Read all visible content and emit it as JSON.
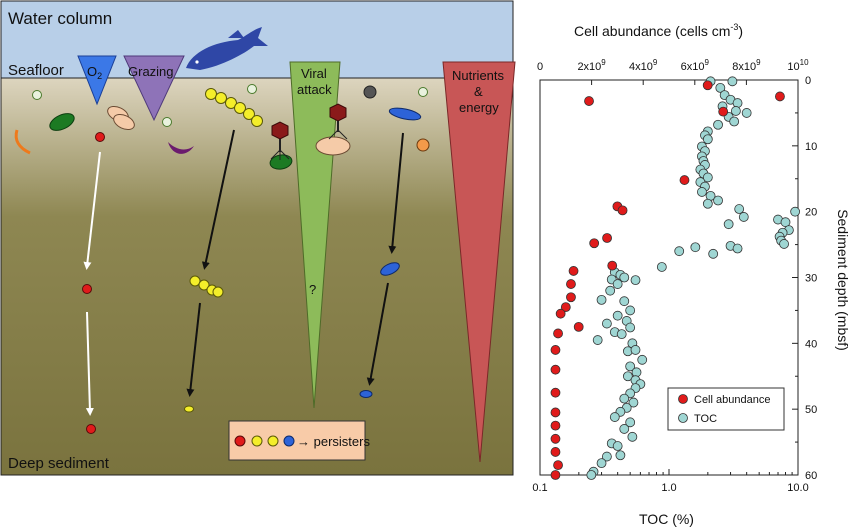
{
  "figure": {
    "left_panel": {
      "water_column_label": "Water column",
      "seafloor_label": "Seafloor",
      "deep_sediment_label": "Deep sediment",
      "o2_label": "O",
      "o2_subscript": "2",
      "grazing_label": "Grazing",
      "viral_label_line1": "Viral",
      "viral_label_line2": "attack",
      "viral_question": "?",
      "nutrients_line1": "Nutrients",
      "nutrients_line2": "&",
      "nutrients_line3": "energy",
      "persisters_label": "→ persisters",
      "colors": {
        "water": "#b8cfe8",
        "sediment_top": "#ddd5bf",
        "sediment_bottom": "#7d7640",
        "o2_triangle": "#3b78e7",
        "grazing_triangle": "#8e73b8",
        "viral_triangle": "#8dbb5a",
        "nutrients_triangle": "#c85656",
        "fish": "#2f47a6",
        "red_cell": "#e01b1b",
        "yellow_cell": "#f4ee2a",
        "blue_cell": "#2d63d8",
        "legend_box": "#f8cba8"
      }
    },
    "right_panel": {
      "top_axis_label": "Cell abundance (cells cm",
      "top_axis_label_sup": "-3",
      "top_axis_label_end": ")",
      "bottom_axis_label": "TOC (%)",
      "right_axis_label": "Sediment depth (mbsf)",
      "top_ticks": [
        "0",
        "2x10",
        "4x10",
        "6x10",
        "8x10",
        "10"
      ],
      "top_tick_sups": [
        "",
        "9",
        "9",
        "9",
        "9",
        "10"
      ],
      "bottom_ticks": [
        "0.1",
        "1.0",
        "10.0"
      ],
      "depth_ticks": [
        "0",
        "10",
        "20",
        "30",
        "40",
        "50",
        "60"
      ]
    }
  },
  "chart_data": {
    "type": "scatter",
    "y_axis": {
      "label": "Sediment depth (mbsf)",
      "range": [
        0,
        60
      ],
      "inverted": true,
      "side": "right"
    },
    "x_axis_top": {
      "label": "Cell abundance (cells cm-3)",
      "range": [
        0,
        10000000000
      ],
      "scale": "linear"
    },
    "x_axis_bottom": {
      "label": "TOC (%)",
      "range": [
        0.1,
        10
      ],
      "scale": "log"
    },
    "legend": {
      "placement": "bottom-right",
      "entries": [
        "Cell abundance",
        "TOC"
      ]
    },
    "series": [
      {
        "name": "Cell abundance",
        "axis": "top",
        "color": "#e01b1b",
        "points": [
          {
            "abundance": 6500000000,
            "depth": 0.8
          },
          {
            "abundance": 9300000000,
            "depth": 2.5
          },
          {
            "abundance": 1900000000,
            "depth": 3.2
          },
          {
            "abundance": 7100000000,
            "depth": 4.8
          },
          {
            "abundance": 5600000000,
            "depth": 15.2
          },
          {
            "abundance": 3000000000,
            "depth": 19.2
          },
          {
            "abundance": 3200000000,
            "depth": 19.8
          },
          {
            "abundance": 2600000000,
            "depth": 24.0
          },
          {
            "abundance": 2100000000,
            "depth": 24.8
          },
          {
            "abundance": 2800000000,
            "depth": 28.2
          },
          {
            "abundance": 1300000000,
            "depth": 29.0
          },
          {
            "abundance": 1200000000,
            "depth": 31.0
          },
          {
            "abundance": 1200000000,
            "depth": 33.0
          },
          {
            "abundance": 1000000000,
            "depth": 34.5
          },
          {
            "abundance": 800000000,
            "depth": 35.5
          },
          {
            "abundance": 1500000000,
            "depth": 37.5
          },
          {
            "abundance": 700000000,
            "depth": 38.5
          },
          {
            "abundance": 600000000,
            "depth": 41.0
          },
          {
            "abundance": 600000000,
            "depth": 44.0
          },
          {
            "abundance": 600000000,
            "depth": 47.5
          },
          {
            "abundance": 600000000,
            "depth": 50.5
          },
          {
            "abundance": 600000000,
            "depth": 52.5
          },
          {
            "abundance": 600000000,
            "depth": 54.5
          },
          {
            "abundance": 600000000,
            "depth": 56.5
          },
          {
            "abundance": 700000000,
            "depth": 58.5
          },
          {
            "abundance": 600000000,
            "depth": 60.0
          }
        ]
      },
      {
        "name": "TOC",
        "axis": "bottom",
        "color": "#9fd6d3",
        "points": [
          {
            "toc": 2.1,
            "depth": 0.2
          },
          {
            "toc": 3.1,
            "depth": 0.2
          },
          {
            "toc": 2.5,
            "depth": 1.2
          },
          {
            "toc": 2.7,
            "depth": 2.3
          },
          {
            "toc": 3.0,
            "depth": 3.0
          },
          {
            "toc": 3.4,
            "depth": 3.5
          },
          {
            "toc": 2.6,
            "depth": 4.0
          },
          {
            "toc": 3.3,
            "depth": 4.7
          },
          {
            "toc": 4.0,
            "depth": 5.0
          },
          {
            "toc": 2.9,
            "depth": 5.6
          },
          {
            "toc": 3.2,
            "depth": 6.3
          },
          {
            "toc": 2.4,
            "depth": 6.8
          },
          {
            "toc": 2.0,
            "depth": 7.8
          },
          {
            "toc": 1.9,
            "depth": 8.4
          },
          {
            "toc": 2.0,
            "depth": 9.0
          },
          {
            "toc": 1.8,
            "depth": 10.1
          },
          {
            "toc": 1.9,
            "depth": 10.8
          },
          {
            "toc": 1.8,
            "depth": 11.6
          },
          {
            "toc": 1.85,
            "depth": 12.3
          },
          {
            "toc": 1.9,
            "depth": 12.9
          },
          {
            "toc": 1.75,
            "depth": 13.6
          },
          {
            "toc": 1.85,
            "depth": 14.2
          },
          {
            "toc": 2.0,
            "depth": 14.8
          },
          {
            "toc": 1.75,
            "depth": 15.5
          },
          {
            "toc": 1.9,
            "depth": 16.2
          },
          {
            "toc": 1.8,
            "depth": 17.0
          },
          {
            "toc": 2.1,
            "depth": 17.6
          },
          {
            "toc": 2.4,
            "depth": 18.3
          },
          {
            "toc": 2.0,
            "depth": 18.8
          },
          {
            "toc": 3.5,
            "depth": 19.6
          },
          {
            "toc": 9.5,
            "depth": 20.0
          },
          {
            "toc": 3.8,
            "depth": 20.8
          },
          {
            "toc": 7.0,
            "depth": 21.2
          },
          {
            "toc": 8.0,
            "depth": 21.6
          },
          {
            "toc": 2.9,
            "depth": 21.9
          },
          {
            "toc": 8.5,
            "depth": 22.8
          },
          {
            "toc": 7.6,
            "depth": 23.2
          },
          {
            "toc": 7.2,
            "depth": 23.8
          },
          {
            "toc": 7.4,
            "depth": 24.4
          },
          {
            "toc": 7.8,
            "depth": 24.9
          },
          {
            "toc": 3.0,
            "depth": 25.2
          },
          {
            "toc": 3.4,
            "depth": 25.6
          },
          {
            "toc": 1.6,
            "depth": 25.4
          },
          {
            "toc": 1.2,
            "depth": 26.0
          },
          {
            "toc": 2.2,
            "depth": 26.4
          },
          {
            "toc": 0.88,
            "depth": 28.4
          },
          {
            "toc": 0.38,
            "depth": 29.2
          },
          {
            "toc": 0.42,
            "depth": 29.6
          },
          {
            "toc": 0.36,
            "depth": 30.3
          },
          {
            "toc": 0.45,
            "depth": 30.0
          },
          {
            "toc": 0.55,
            "depth": 30.4
          },
          {
            "toc": 0.4,
            "depth": 31.0
          },
          {
            "toc": 0.35,
            "depth": 32.0
          },
          {
            "toc": 0.45,
            "depth": 33.6
          },
          {
            "toc": 0.3,
            "depth": 33.4
          },
          {
            "toc": 0.5,
            "depth": 35.0
          },
          {
            "toc": 0.4,
            "depth": 35.8
          },
          {
            "toc": 0.47,
            "depth": 36.6
          },
          {
            "toc": 0.33,
            "depth": 37.0
          },
          {
            "toc": 0.5,
            "depth": 37.6
          },
          {
            "toc": 0.38,
            "depth": 38.3
          },
          {
            "toc": 0.43,
            "depth": 38.6
          },
          {
            "toc": 0.28,
            "depth": 39.5
          },
          {
            "toc": 0.52,
            "depth": 40.0
          },
          {
            "toc": 0.48,
            "depth": 41.2
          },
          {
            "toc": 0.55,
            "depth": 41.0
          },
          {
            "toc": 0.62,
            "depth": 42.5
          },
          {
            "toc": 0.5,
            "depth": 43.5
          },
          {
            "toc": 0.56,
            "depth": 44.4
          },
          {
            "toc": 0.48,
            "depth": 45.0
          },
          {
            "toc": 0.55,
            "depth": 45.6
          },
          {
            "toc": 0.6,
            "depth": 46.2
          },
          {
            "toc": 0.55,
            "depth": 46.8
          },
          {
            "toc": 0.5,
            "depth": 47.6
          },
          {
            "toc": 0.45,
            "depth": 48.4
          },
          {
            "toc": 0.53,
            "depth": 49.0
          },
          {
            "toc": 0.47,
            "depth": 49.8
          },
          {
            "toc": 0.42,
            "depth": 50.4
          },
          {
            "toc": 0.38,
            "depth": 51.2
          },
          {
            "toc": 0.5,
            "depth": 52.0
          },
          {
            "toc": 0.45,
            "depth": 53.0
          },
          {
            "toc": 0.52,
            "depth": 54.2
          },
          {
            "toc": 0.36,
            "depth": 55.2
          },
          {
            "toc": 0.4,
            "depth": 55.6
          },
          {
            "toc": 0.33,
            "depth": 57.2
          },
          {
            "toc": 0.42,
            "depth": 57.0
          },
          {
            "toc": 0.3,
            "depth": 58.2
          },
          {
            "toc": 0.26,
            "depth": 59.5
          },
          {
            "toc": 0.25,
            "depth": 60.0
          }
        ]
      }
    ]
  }
}
